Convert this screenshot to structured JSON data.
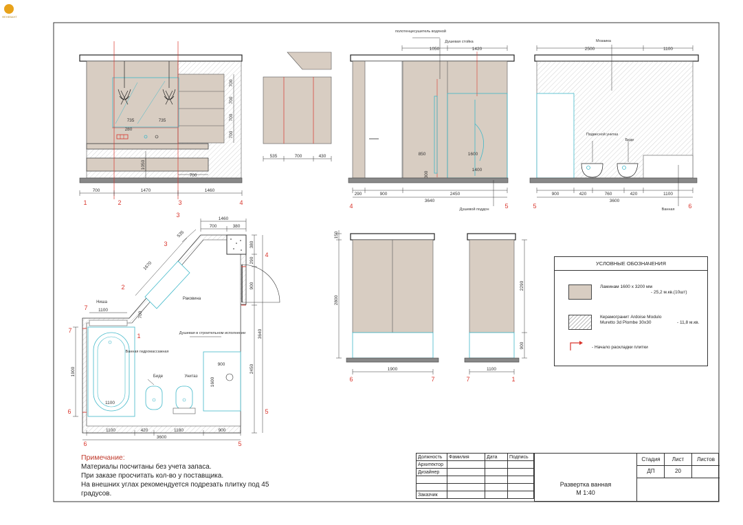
{
  "logo": {
    "text": "ФЕНЕВАНТ",
    "color": "#e8a21a"
  },
  "colors": {
    "laminam": "#d8cdc2",
    "ceramic_hatch": "#bbbbbb",
    "accent": "#d9342b",
    "fixture": "#3fb8c9",
    "line": "#333333"
  },
  "elev_a": {
    "dims_top_right": [
      "700",
      "700",
      "700",
      "700"
    ],
    "dims_mirror": [
      "735",
      "735"
    ],
    "dim_280": "280",
    "dim_1050": "1050",
    "dim_700_low": "700",
    "dims_bottom": [
      "700",
      "1470",
      "1460"
    ],
    "axes": [
      "1",
      "2",
      "3",
      "4"
    ]
  },
  "elev_b": {
    "dims_bottom": [
      "535",
      "700",
      "430"
    ]
  },
  "elev_c": {
    "callout_towel": "полотенцесушитель водяной",
    "callout_shower": "Душевая стойка",
    "dims_top": [
      "1050",
      "1420"
    ],
    "dim_850": "850",
    "dim_300": "300",
    "dim_1600": "1600",
    "dim_1400": "1400",
    "dims_bottom": [
      "290",
      "900",
      "2450"
    ],
    "dim_total": "3640",
    "axes": [
      "4",
      "5"
    ],
    "tray_label": "Душевой поддон"
  },
  "elev_d": {
    "callout_mosaic": "Мозаика",
    "dims_top": [
      "2500",
      "1100"
    ],
    "label_wc": "Подвесной унитаз",
    "label_bidet": "Биде",
    "dims_bottom": [
      "900",
      "420",
      "760",
      "420",
      "1100"
    ],
    "dim_total": "3600",
    "axes": [
      "5",
      "6"
    ],
    "bath_label": "Ванная"
  },
  "plan": {
    "dims_top": [
      "1460",
      "700",
      "380"
    ],
    "dim_535": "535",
    "dim_1670": "1670",
    "dim_1100_niche": "1100",
    "dim_700": "700",
    "dim_380": "380",
    "dim_290": "290",
    "dim_900": "900",
    "dim_3640": "3640",
    "dim_2450": "2450",
    "dim_1900": "1900",
    "dim_1100_bath": "1100",
    "dim_900_sh": "900",
    "dim_1600_sh": "1600",
    "label_sink": "Раковина",
    "label_niche": "Ниша",
    "label_shower": "Душевая в строительном исполнении",
    "label_bath": "Ванная гидромассажная",
    "label_bidet": "Биде",
    "label_wc": "Унитаз",
    "dims_bottom": [
      "1100",
      "420",
      "1180",
      "900"
    ],
    "dim_total": "3600",
    "axes": [
      "3",
      "4",
      "3",
      "2",
      "7",
      "1",
      "6",
      "5",
      "5",
      "6"
    ]
  },
  "elev_e": {
    "dim_150": "150",
    "dim_2800": "2800",
    "dim_1900": "1900",
    "axes": [
      "6",
      "7"
    ]
  },
  "elev_f": {
    "dim_2290": "2290",
    "dim_900": "900",
    "dim_1100": "1100",
    "axes": [
      "7",
      "1"
    ]
  },
  "legend": {
    "title": "УСЛОВНЫЕ ОБОЗНАЧЕНИЯ",
    "items": [
      {
        "name": "Ламинам 1600 х 3200 мм",
        "value": "- 25,2 м.кв.(10шт)",
        "swatch": "laminam"
      },
      {
        "name": "Керамогранит Ardoise Modulo Muretto 3d Plombe 30x30",
        "value": "- 11,8 м.кв.",
        "swatch": "ceramic"
      },
      {
        "name": "- Начало раскладки плитки",
        "value": "",
        "swatch": "arrow"
      }
    ]
  },
  "notes": {
    "heading": "Примечание:",
    "lines": [
      "Материалы посчитаны без учета запаса.",
      "При заказе просчитать кол-во у поставщика.",
      "На внешних углах рекомендуется подрезать плитку под 45 градусов."
    ]
  },
  "title_block": {
    "headers": [
      "Должность",
      "Фамилия",
      "Дата",
      "Подпись"
    ],
    "roles": [
      "Архитектор",
      "Дизайнер",
      "",
      "",
      "Заказчик"
    ],
    "stage_headers": [
      "Стадия",
      "Лист",
      "Листов"
    ],
    "stage": "ДП",
    "sheet": "20",
    "sheets": "",
    "title": "Развертка ванная",
    "scale": "М 1:40"
  }
}
